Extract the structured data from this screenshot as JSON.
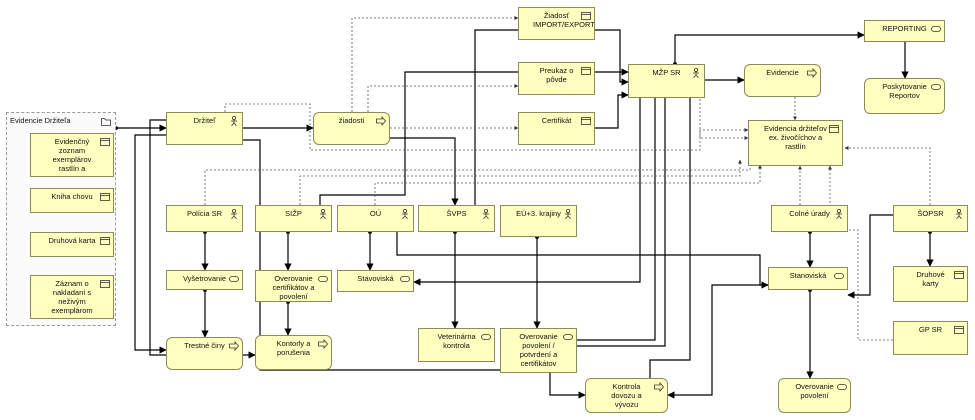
{
  "group": {
    "label": "Evidencie Držiteľa"
  },
  "nodes": {
    "drzitel": "Držiteľ",
    "ziadosti": "žiadosti",
    "ziadost_import": "Žiadosť IMPORT/EXPORT",
    "preukaz": "Preukaz o pôvde",
    "certifikat": "Certifikát",
    "mzp": "MŽP SR",
    "reporting": "REPORTING",
    "poskytovanie": "Poskytovanie Reportov",
    "evidencie": "Evidencie",
    "evidencia_drzitelov": "Evidencia držiteľov ex. živočíchov a rastlín",
    "evidencny_zoznam": "Evidenčný zoznam exemplárov rastlín a",
    "kniha_chovu": "Kniha chovu",
    "druhova_karta": "Druhová karta",
    "zaznam": "Záznam o nakladaní s neživým exemplárom",
    "policia": "Polícia SR",
    "sizp": "SIŽP",
    "ou": "OÚ",
    "svps": "ŠVPS",
    "eu": "EÚ+3. krajiny",
    "colne": "Colné úrady",
    "sopsr": "ŠOPSR",
    "vysetrovanie": "Vyšetrovanie",
    "overovanie_cert": "Overovanie certifikátov a povolení",
    "stavoviska_ou": "Stavoviská",
    "stanoviska": "Stanoviská",
    "druhove_karty": "Druhové karty",
    "gp_sr": "GP SR",
    "trestne_ciny": "Trestné činy",
    "kontroly": "Kontorly a porušenia",
    "veterinarna": "Veterinárna kontrola",
    "overovanie_povoleni": "Overovanie povolení / potvrdení a certifikátov",
    "kontrola_dovozu": "Kontrola dovozu a vývozu",
    "overovanie_povolenia": "Overovanie povolení"
  }
}
